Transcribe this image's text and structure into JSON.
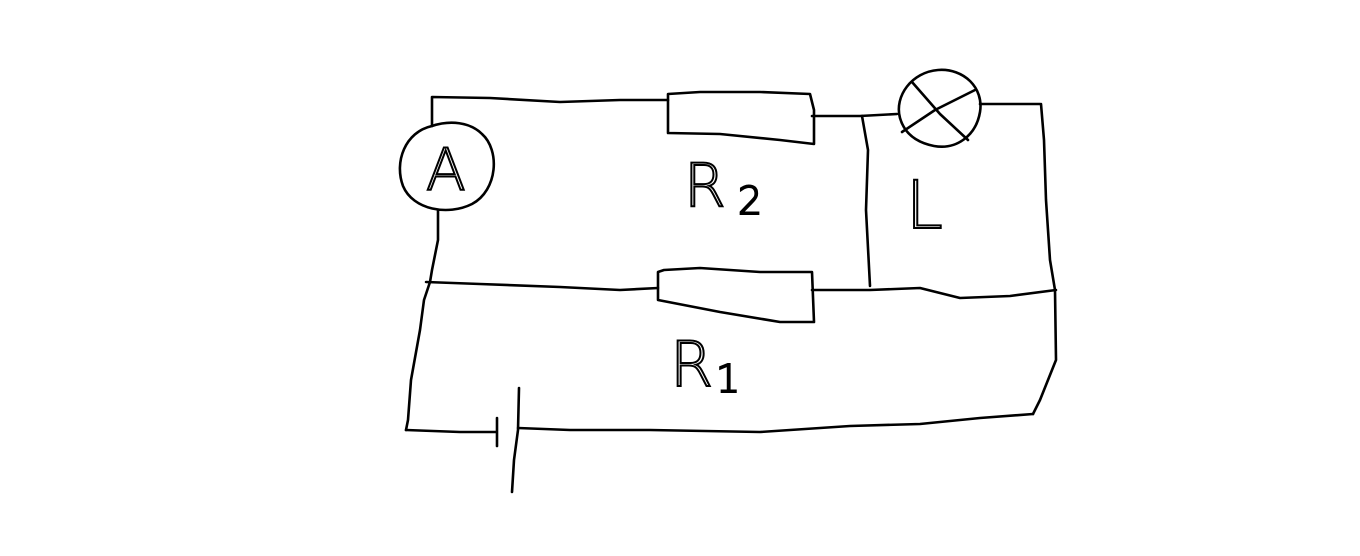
{
  "colors": {
    "background": "#ffffff",
    "ink": "#000000"
  },
  "labels": {
    "ammeter": "A",
    "resistor_r2_letter": "R",
    "resistor_r2_subscript": "2",
    "resistor_r1_letter": "R",
    "resistor_r1_subscript": "1",
    "lamp": "L"
  },
  "components": [
    {
      "name": "ammeter",
      "icon": "ammeter-circle-icon"
    },
    {
      "name": "resistor-r2",
      "icon": "resistor-rect-icon"
    },
    {
      "name": "resistor-r1",
      "icon": "resistor-rect-icon"
    },
    {
      "name": "lamp",
      "icon": "lamp-cross-circle-icon"
    },
    {
      "name": "battery",
      "icon": "battery-cell-icon"
    }
  ]
}
